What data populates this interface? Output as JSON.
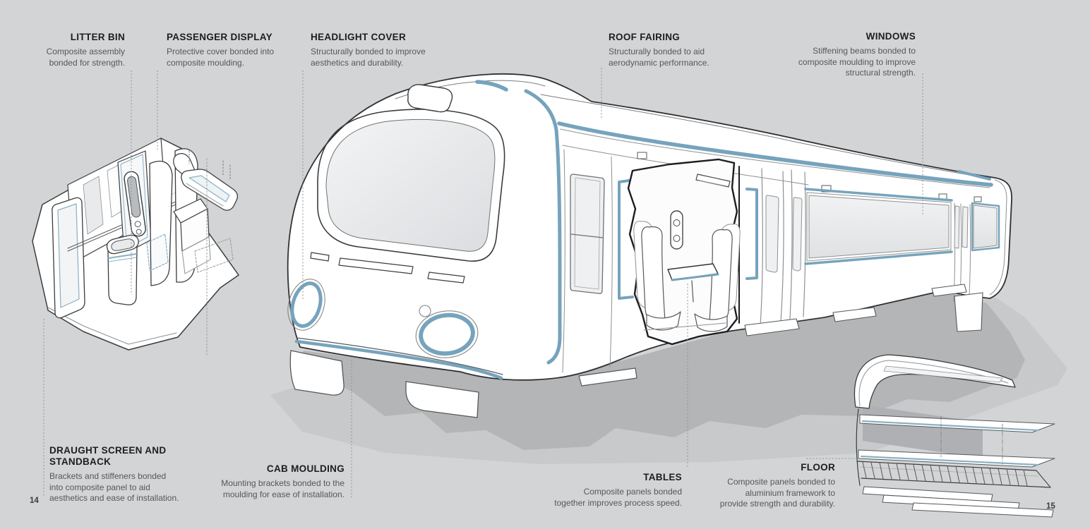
{
  "page": {
    "left_number": "14",
    "right_number": "15"
  },
  "colors": {
    "background": "#d3d4d6",
    "accent_blue": "#76a3bc",
    "trim_blue": "#8ab0c4",
    "heading_text": "#1d1e20",
    "body_text": "#55575a",
    "outline_dark": "#2f3133",
    "shadow_dark": "#b3b5b7",
    "shadow_light": "#c7c9cb",
    "glass": "#e9ebed"
  },
  "callouts": {
    "litter_bin": {
      "title": "LITTER BIN",
      "body_lines": [
        "Composite assembly",
        "bonded for strength."
      ]
    },
    "passenger_display": {
      "title": "PASSENGER DISPLAY",
      "body_lines": [
        "Protective cover bonded into",
        "composite moulding."
      ]
    },
    "headlight_cover": {
      "title": "HEADLIGHT COVER",
      "body_lines": [
        "Structurally bonded to improve",
        "aesthetics and durability."
      ]
    },
    "roof_fairing": {
      "title": "ROOF FAIRING",
      "body_lines": [
        "Structurally bonded to aid",
        "aerodynamic performance."
      ]
    },
    "windows": {
      "title": "WINDOWS",
      "body_lines": [
        "Stiffening beams bonded to",
        "composite moulding to improve",
        "structural strength."
      ]
    },
    "draught_screen": {
      "title_lines": [
        "DRAUGHT SCREEN AND",
        "STANDBACK"
      ],
      "body_lines": [
        "Brackets and stiffeners bonded",
        "into composite panel to aid",
        "aesthetics and ease of installation."
      ]
    },
    "cab_moulding": {
      "title": "CAB MOULDING",
      "body_lines": [
        "Mounting brackets bonded to the",
        "moulding for ease of installation."
      ]
    },
    "tables": {
      "title": "TABLES",
      "body_lines": [
        "Composite panels bonded",
        "together improves process speed."
      ]
    },
    "floor": {
      "title": "FLOOR",
      "body_lines": [
        "Composite panels bonded to",
        "aluminium framework to",
        "provide strength and durability."
      ]
    }
  },
  "figures": {
    "main": "train-exterior-cutaway-illustration",
    "left_detail": "vestibule-interior-illustration",
    "right_detail": "floor-structure-illustration"
  }
}
